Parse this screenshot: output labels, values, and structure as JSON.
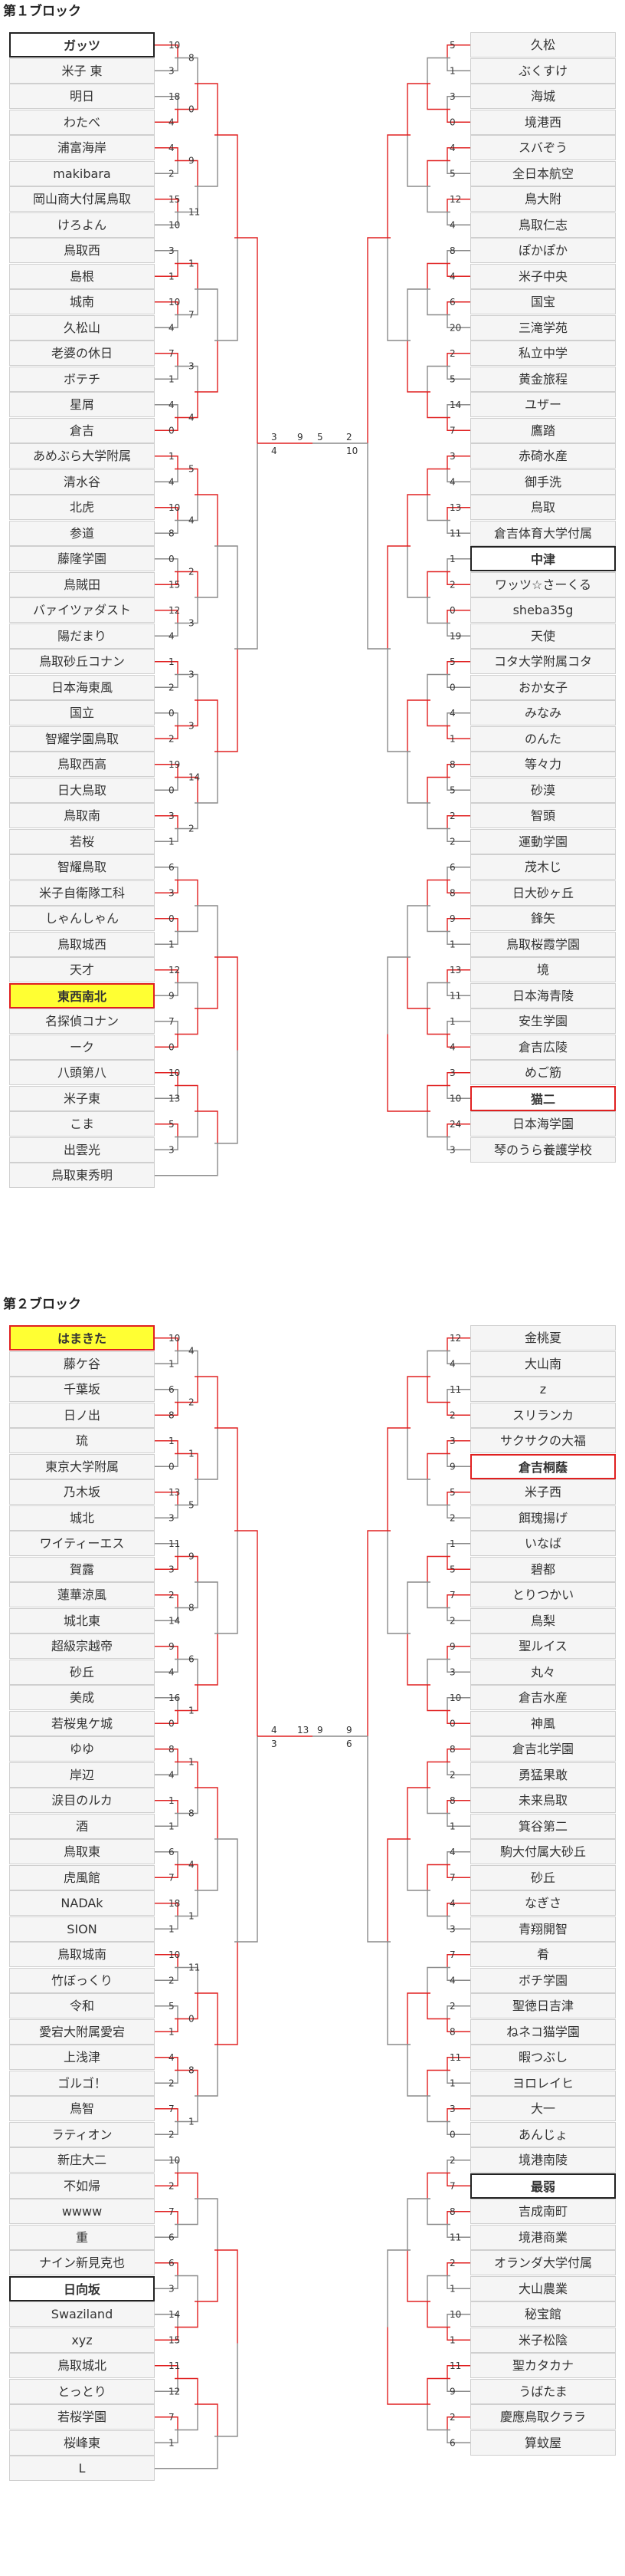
{
  "blocks": [
    {
      "title": "第１ブロック",
      "left_teams": [
        "ガッツ",
        "米子 東",
        "明日",
        "わたべ",
        "浦富海岸",
        "makibara",
        "岡山商大付属鳥取",
        "けろよん",
        "鳥取西",
        "島根",
        "城南",
        "久松山",
        "老婆の休日",
        "ボテチ",
        "星屑",
        "倉吉",
        "あめぶら大学附属",
        "清水谷",
        "北虎",
        "参道",
        "藤隆学園",
        "鳥賊田",
        "バァイツァダスト",
        "陽だまり",
        "鳥取砂丘コナン",
        "日本海東風",
        "国立",
        "智耀学園鳥取",
        "鳥取西高",
        "日大鳥取",
        "鳥取南",
        "若桜",
        "智耀鳥取",
        "米子自衛隊工科",
        "しゃんしゃん",
        "鳥取城西",
        "天才",
        "東西南北",
        "名探偵コナン",
        "ーク",
        "八頭第八",
        "米子東",
        "こま",
        "出雲光",
        "鳥取東秀明"
      ],
      "right_teams": [
        "久松",
        "ぶくすけ",
        "海城",
        "境港西",
        "スバぞう",
        "全日本航空",
        "鳥大附",
        "鳥取仁志",
        "ぽかぽか",
        "米子中央",
        "国宝",
        "三滝学苑",
        "私立中学",
        "黄金旅程",
        "ユザー",
        "鷹踏",
        "赤碕水産",
        "御手洗",
        "鳥取",
        "倉吉体育大学付属",
        "中津",
        "ワッツ☆さーくる",
        "sheba35g",
        "天使",
        "コタ大学附属コタ",
        "おか女子",
        "みなみ",
        "のんた",
        "等々力",
        "砂漠",
        "智頭",
        "運動学園",
        "茂木じ",
        "日大砂ヶ丘",
        "鋒矢",
        "鳥取桜霞学園",
        "境",
        "日本海青陵",
        "安生学園",
        "倉吉広陵",
        "めご筋",
        "猫二",
        "日本海学園",
        "琴のうら養護学校"
      ],
      "left_styles": {
        "0": "framed",
        "37": "champ"
      },
      "right_styles": {
        "20": "framed",
        "41": "runner"
      },
      "left_scores": [
        [
          "10",
          "3"
        ],
        [
          "18",
          "4"
        ],
        [
          "4",
          "2"
        ],
        [
          "15",
          "10"
        ],
        [
          "3",
          "1"
        ],
        [
          "10",
          "4"
        ],
        [
          "7",
          "1"
        ],
        [
          "4",
          "0"
        ],
        [
          "1",
          "4"
        ],
        [
          "10",
          "8"
        ],
        [
          "0",
          "15"
        ],
        [
          "12",
          "4"
        ],
        [
          "1",
          "2"
        ],
        [
          "0",
          "2"
        ],
        [
          "19",
          "0"
        ],
        [
          "3",
          "1"
        ],
        [
          "6",
          "3"
        ],
        [
          "0",
          "1"
        ],
        [
          "12",
          "9"
        ],
        [
          "7",
          "0"
        ],
        [
          "10",
          "13"
        ],
        [
          "5",
          "3"
        ],
        [
          "8",
          "0"
        ],
        [
          "9",
          "11"
        ],
        [
          "1",
          "7"
        ],
        [
          "3",
          "4"
        ],
        [
          "5",
          "4"
        ],
        [
          "2",
          "3"
        ],
        [
          "3",
          "3"
        ],
        [
          "14",
          "2"
        ]
      ],
      "right_scores": [
        [
          "5",
          "1"
        ],
        [
          "3",
          "0"
        ],
        [
          "4",
          "5"
        ],
        [
          "12",
          "4"
        ],
        [
          "8",
          "4"
        ],
        [
          "6",
          "20"
        ],
        [
          "2",
          "5"
        ],
        [
          "14",
          "7"
        ],
        [
          "3",
          "4"
        ],
        [
          "13",
          "11"
        ],
        [
          "1",
          "2"
        ],
        [
          "0",
          "19"
        ],
        [
          "5",
          "0"
        ],
        [
          "4",
          "1"
        ],
        [
          "8",
          "5"
        ],
        [
          "2",
          "2"
        ],
        [
          "6",
          "8"
        ],
        [
          "9",
          "1"
        ],
        [
          "13",
          "11"
        ],
        [
          "1",
          "4"
        ],
        [
          "3",
          "10"
        ],
        [
          "24",
          "3"
        ]
      ],
      "center": {
        "left_final": "9",
        "right_final": "5",
        "left_semi": [
          "3",
          "4"
        ],
        "right_semi": [
          "2",
          "10"
        ]
      }
    },
    {
      "title": "第２ブロック",
      "left_teams": [
        "はまきた",
        "藤ケ谷",
        "千葉坂",
        "日ノ出",
        "琉",
        "東京大学附属",
        "乃木坂",
        "城北",
        "ワイティーエス",
        "賀露",
        "蓮華涼風",
        "城北東",
        "超級宗越帝",
        "砂丘",
        "美成",
        "若桜鬼ケ城",
        "ゆゆ",
        "岸辺",
        "涙目のルカ",
        "酒",
        "鳥取東",
        "虎風館",
        "NADAk",
        "SION",
        "鳥取城南",
        "竹ぼっくり",
        "令和",
        "愛宕大附属愛宕",
        "上浅津",
        "ゴルゴ！",
        "鳥智",
        "ラティオン",
        "新庄大二",
        "不如帰",
        "wwww",
        "重",
        "ナイン新見克也",
        "日向坂",
        "Swaziland",
        "xyz",
        "鳥取城北",
        "とっとり",
        "若桜学園",
        "桜峰東",
        "L"
      ],
      "right_teams": [
        "金桃夏",
        "大山南",
        "z",
        "スリランカ",
        "サクサクの大福",
        "倉吉桐蔭",
        "米子西",
        "餌瑰揚げ",
        "いなば",
        "碧都",
        "とりつかい",
        "鳥梨",
        "聖ルイス",
        "丸々",
        "倉吉水産",
        "神風",
        "倉吉北学園",
        "勇猛果敢",
        "未来鳥取",
        "箕谷第二",
        "駒大付属大砂丘",
        "砂丘",
        "なぎさ",
        "青翔開智",
        "肴",
        "ボチ学園",
        "聖徳日吉津",
        "ねネコ猫学園",
        "暇つぶし",
        "ヨロレイヒ",
        "大一",
        "あんじょ",
        "境港南陵",
        "最弱",
        "吉成南町",
        "境港商業",
        "オランダ大学付属",
        "大山農業",
        "秘宝館",
        "米子松陰",
        "聖カタカナ",
        "うばたま",
        "慶應鳥取クララ",
        "算蚊屋"
      ],
      "left_styles": {
        "0": "champ",
        "37": "framed"
      },
      "right_styles": {
        "5": "runner",
        "33": "framed"
      },
      "left_scores": [
        [
          "10",
          "1"
        ],
        [
          "6",
          "8"
        ],
        [
          "1",
          "0"
        ],
        [
          "13",
          "3"
        ],
        [
          "11",
          "3"
        ],
        [
          "2",
          "14"
        ],
        [
          "9",
          "4"
        ],
        [
          "16",
          "0"
        ],
        [
          "8",
          "4"
        ],
        [
          "1",
          "1"
        ],
        [
          "6",
          "7"
        ],
        [
          "18",
          "1"
        ],
        [
          "10",
          "2"
        ],
        [
          "5",
          "1"
        ],
        [
          "4",
          "2"
        ],
        [
          "7",
          "2"
        ],
        [
          "10",
          "2"
        ],
        [
          "7",
          "6"
        ],
        [
          "6",
          "3"
        ],
        [
          "14",
          "15"
        ],
        [
          "11",
          "12"
        ],
        [
          "7",
          "1"
        ],
        [
          "4",
          "2"
        ],
        [
          "1",
          "5"
        ],
        [
          "9",
          "8"
        ],
        [
          "6",
          "1"
        ],
        [
          "1",
          "8"
        ],
        [
          "4",
          "1"
        ],
        [
          "11",
          "0"
        ],
        [
          "8",
          "1"
        ]
      ],
      "right_scores": [
        [
          "12",
          "4"
        ],
        [
          "11",
          "2"
        ],
        [
          "3",
          "9"
        ],
        [
          "5",
          "2"
        ],
        [
          "1",
          "5"
        ],
        [
          "7",
          "2"
        ],
        [
          "9",
          "3"
        ],
        [
          "10",
          "0"
        ],
        [
          "8",
          "2"
        ],
        [
          "8",
          "1"
        ],
        [
          "4",
          "7"
        ],
        [
          "4",
          "3"
        ],
        [
          "7",
          "4"
        ],
        [
          "2",
          "8"
        ],
        [
          "11",
          "1"
        ],
        [
          "3",
          "0"
        ],
        [
          "2",
          "7"
        ],
        [
          "8",
          "11"
        ],
        [
          "2",
          "1"
        ],
        [
          "10",
          "1"
        ],
        [
          "11",
          "9"
        ],
        [
          "2",
          "6"
        ]
      ],
      "center": {
        "left_final": "13",
        "right_final": "9",
        "left_semi": [
          "4",
          "3"
        ],
        "right_semi": [
          "9",
          "6"
        ]
      }
    }
  ]
}
